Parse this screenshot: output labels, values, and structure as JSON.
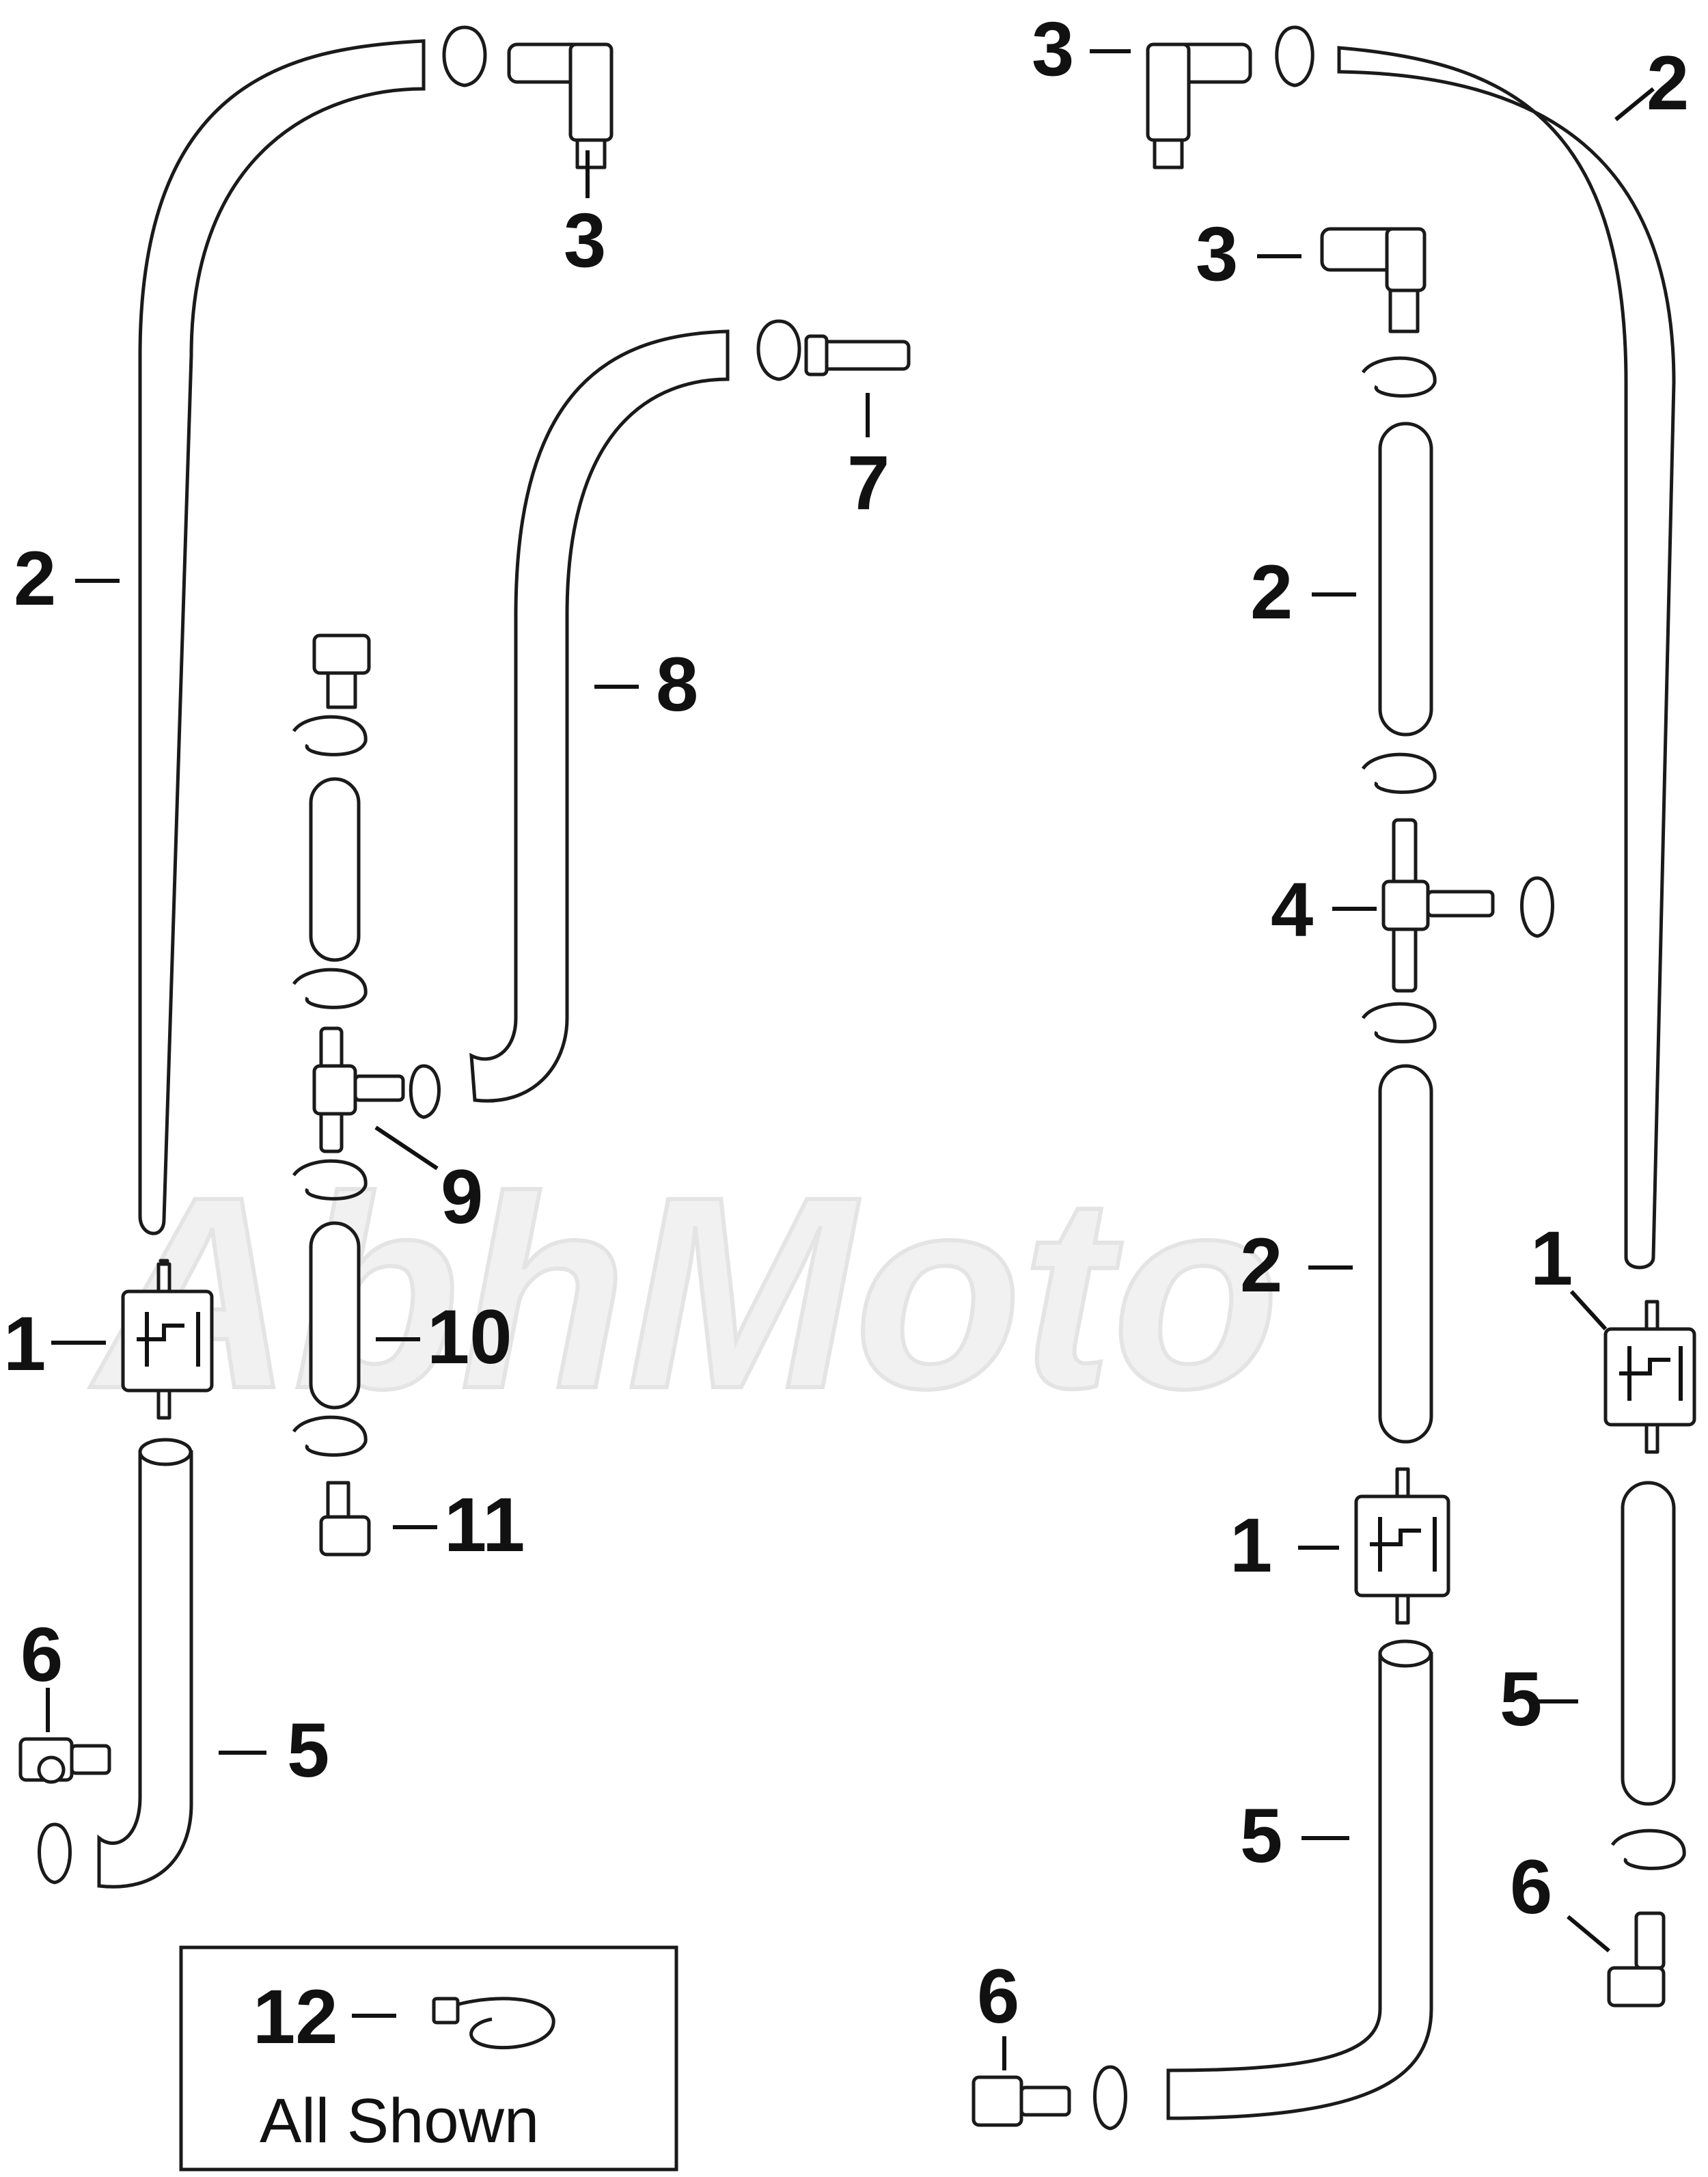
{
  "callouts": {
    "hose_main": "2",
    "fuel_filter": "1",
    "elbow_fitting": "3",
    "cross_fitting": "4",
    "hose_short": "5",
    "elbow_small": "6",
    "straight_fitting": "7",
    "hose_long": "8",
    "tee_fitting": "9",
    "hose_mid": "10",
    "elbow_fitting_small": "11",
    "clamp": "12"
  },
  "legend": {
    "number": "12",
    "caption": "All Shown"
  },
  "watermark": {
    "text": "AbhMoto"
  },
  "colors": {
    "line": "#1a1a1a",
    "text": "#111111",
    "watermark": "#e4e4e4"
  }
}
